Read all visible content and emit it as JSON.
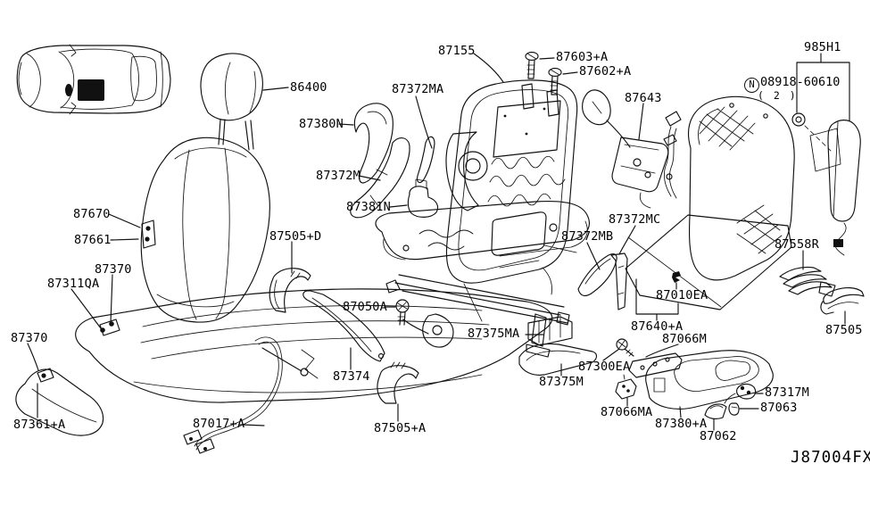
{
  "diagram": {
    "code": "J87004FX",
    "background_color": "#ffffff",
    "line_color": "#111111",
    "description": "Front seat exploded parts diagram"
  },
  "note": {
    "prefix": "N",
    "part_no": "08918-60610",
    "qty": "( 2 )"
  },
  "labels": [
    {
      "id": "86400",
      "text": "86400"
    },
    {
      "id": "87155",
      "text": "87155"
    },
    {
      "id": "87603A",
      "text": "87603+A"
    },
    {
      "id": "87602A",
      "text": "87602+A"
    },
    {
      "id": "87643",
      "text": "87643"
    },
    {
      "id": "985H1",
      "text": "985H1"
    },
    {
      "id": "87380N",
      "text": "87380N"
    },
    {
      "id": "87372MA",
      "text": "87372MA"
    },
    {
      "id": "87372M",
      "text": "87372M"
    },
    {
      "id": "87381N",
      "text": "87381N"
    },
    {
      "id": "87670",
      "text": "87670"
    },
    {
      "id": "87661",
      "text": "87661"
    },
    {
      "id": "87505D",
      "text": "87505+D"
    },
    {
      "id": "87370-cushion",
      "text": "87370"
    },
    {
      "id": "87311QA",
      "text": "87311QA"
    },
    {
      "id": "87370-pad",
      "text": "87370"
    },
    {
      "id": "87361A",
      "text": "87361+A"
    },
    {
      "id": "87017A",
      "text": "87017+A"
    },
    {
      "id": "87050A",
      "text": "87050A"
    },
    {
      "id": "87374",
      "text": "87374"
    },
    {
      "id": "87505A",
      "text": "87505+A"
    },
    {
      "id": "87375MA",
      "text": "87375MA"
    },
    {
      "id": "87372MC",
      "text": "87372MC"
    },
    {
      "id": "87372MB",
      "text": "87372MB"
    },
    {
      "id": "87010EA",
      "text": "87010EA"
    },
    {
      "id": "87640A",
      "text": "87640+A"
    },
    {
      "id": "87066M",
      "text": "87066M"
    },
    {
      "id": "87300EA",
      "text": "87300EA"
    },
    {
      "id": "87375M",
      "text": "87375M"
    },
    {
      "id": "87066MA",
      "text": "87066MA"
    },
    {
      "id": "87380A",
      "text": "87380+A"
    },
    {
      "id": "87062",
      "text": "87062"
    },
    {
      "id": "87317M",
      "text": "87317M"
    },
    {
      "id": "87063",
      "text": "87063"
    },
    {
      "id": "87558R",
      "text": "87558R"
    },
    {
      "id": "87505",
      "text": "87505"
    }
  ]
}
